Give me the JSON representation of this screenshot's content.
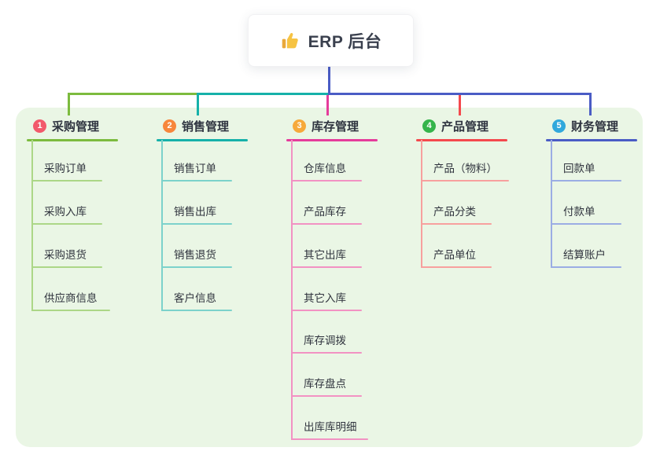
{
  "canvas": {
    "background": "#ffffff",
    "panel_color": "#EAF6E5",
    "text_color": "#30343E"
  },
  "root": {
    "label": "ERP 后台",
    "icon": "thumbs-up-icon",
    "icon_color": "#F6C343",
    "icon_shade": "#E9A83A",
    "connector_color": "#4A5CC5"
  },
  "branches": [
    {
      "badge": "1",
      "badge_color": "#F2596B",
      "label": "采购管理",
      "line_color": "#7CBB3E",
      "child_line_color": "#ACD787",
      "children": [
        "采购订单",
        "采购入库",
        "采购退货",
        "供应商信息"
      ]
    },
    {
      "badge": "2",
      "badge_color": "#F7863C",
      "label": "销售管理",
      "line_color": "#16B1A9",
      "child_line_color": "#7CD2CB",
      "children": [
        "销售订单",
        "销售出库",
        "销售退货",
        "客户信息"
      ]
    },
    {
      "badge": "3",
      "badge_color": "#F6A93B",
      "label": "库存管理",
      "line_color": "#E53C9B",
      "child_line_color": "#F292C3",
      "children": [
        "仓库信息",
        "产品库存",
        "其它出库",
        "其它入库",
        "库存调拨",
        "库存盘点",
        "出库库明细"
      ]
    },
    {
      "badge": "4",
      "badge_color": "#35B44B",
      "label": "产品管理",
      "line_color": "#F4494D",
      "child_line_color": "#F7A09E",
      "children": [
        "产品（物料）",
        "产品分类",
        "产品单位"
      ]
    },
    {
      "badge": "5",
      "badge_color": "#30A8DC",
      "label": "财务管理",
      "line_color": "#4A5CC5",
      "child_line_color": "#9BADE4",
      "children": [
        "回款单",
        "付款单",
        "结算账户"
      ]
    }
  ]
}
